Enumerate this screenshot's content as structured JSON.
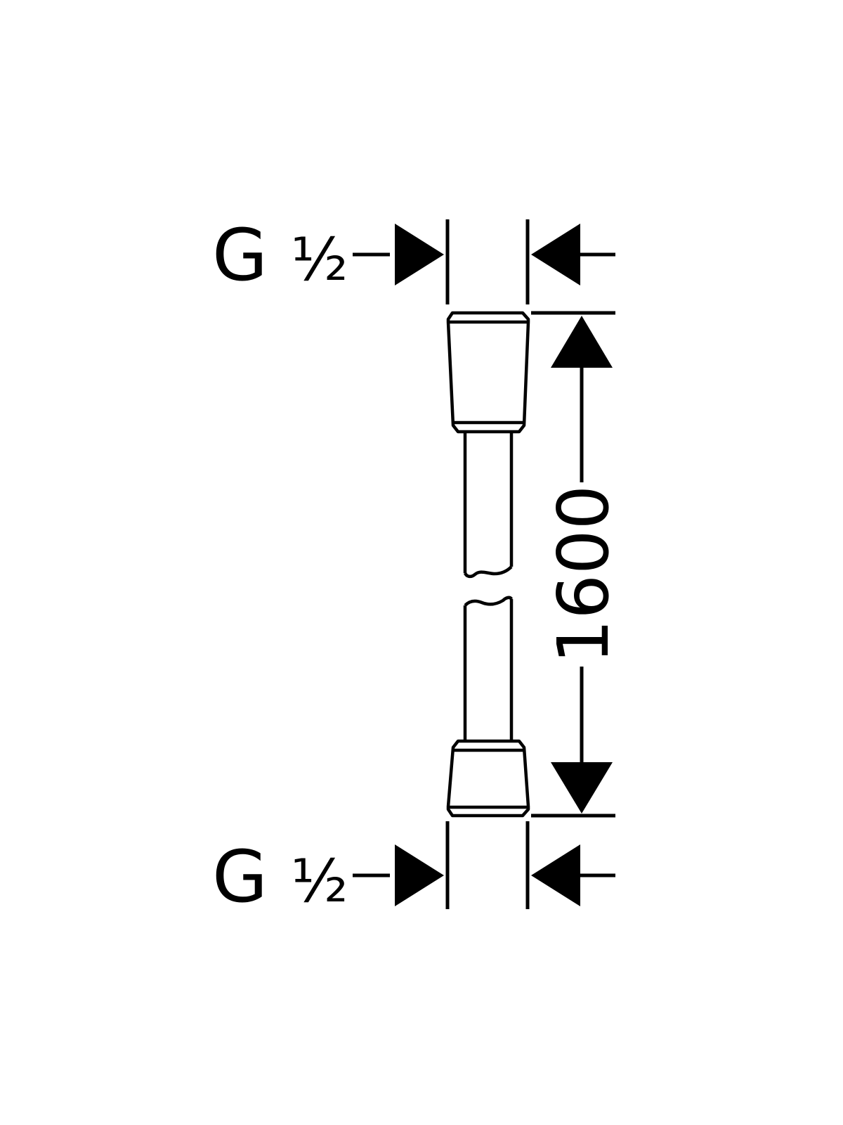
{
  "diagram": {
    "thread_top": {
      "letter": "G",
      "fraction": "½"
    },
    "thread_bottom": {
      "letter": "G",
      "fraction": "½"
    },
    "length_label": "1600",
    "line_color": "#000000",
    "background": "#ffffff"
  }
}
